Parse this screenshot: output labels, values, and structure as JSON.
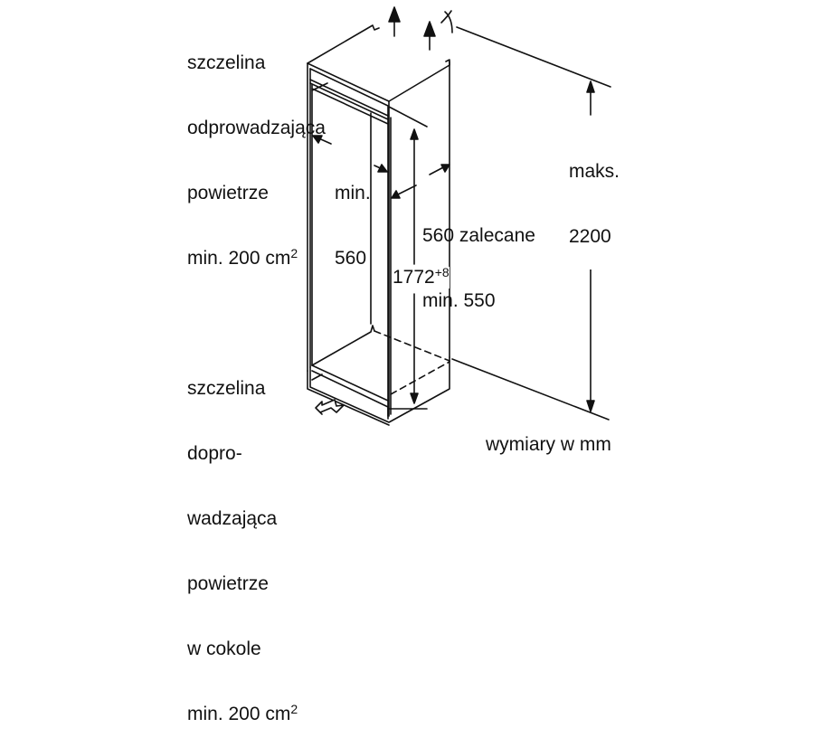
{
  "labels": {
    "exhaust_slot": {
      "lines": [
        "szczelina",
        "odprowadzająca",
        "powietrze",
        "min. 200 cm"
      ],
      "superscript": "2"
    },
    "intake_slot": {
      "lines": [
        "szczelina",
        "dopro-",
        "wadzająca",
        "powietrze",
        "w cokole",
        "min. 200 cm"
      ],
      "superscript": "2"
    },
    "inner_width": {
      "lines": [
        "min.",
        "560"
      ]
    },
    "depth": {
      "lines": [
        "560 zalecane",
        "min. 550"
      ]
    },
    "niche_height": {
      "value": "1772",
      "tolerance": "+8"
    },
    "max_height": {
      "lines": [
        "maks.",
        "2200"
      ]
    },
    "units_note": "wymiary w mm"
  },
  "colors": {
    "line": "#111111",
    "background": "#ffffff"
  }
}
